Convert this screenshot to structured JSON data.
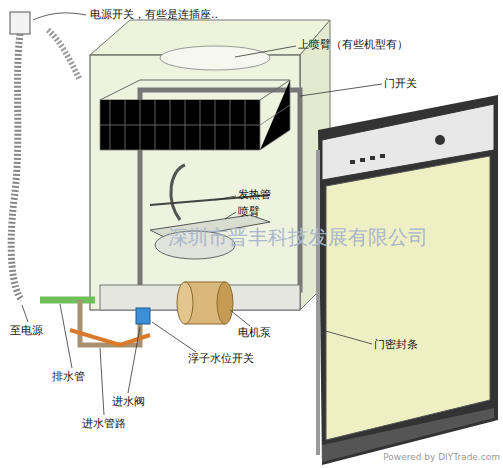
{
  "diagram": {
    "labels": [
      "电源开关，有些是连插座..",
      "上喷臂（有些机型有）",
      "门开关",
      "发热管",
      "喷臂",
      "深圳市晋丰科技发展有限公司",
      "至电源",
      "排水管",
      "进水阀",
      "进水管路",
      "浮子水位开关",
      "电机泵",
      "门密封条",
      "Powered by DIYTrade.com"
    ]
  }
}
